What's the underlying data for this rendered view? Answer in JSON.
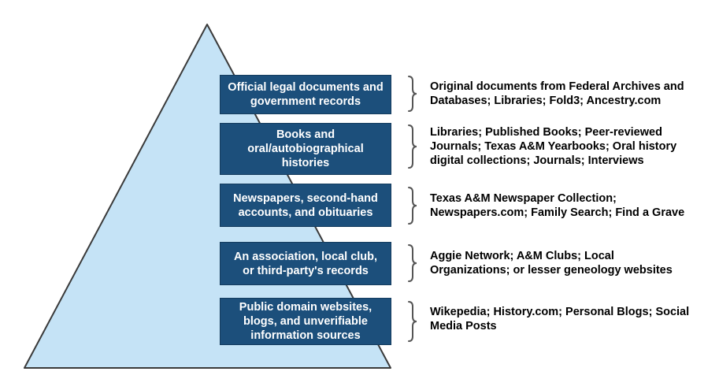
{
  "colors": {
    "pyramid_fill": "#c5e3f6",
    "pyramid_stroke": "#3a3a3a",
    "box_fill": "#1c4f7b",
    "box_text": "#ffffff",
    "source_text": "#000000",
    "brace": "#555555"
  },
  "tiers": [
    {
      "label": "Official legal documents and\ngovernment records",
      "sources": "Original documents from Federal Archives and\nDatabases; Libraries; Fold3; Ancestry.com"
    },
    {
      "label": "Books and\noral/autobiographical\nhistories",
      "sources": "Libraries; Published Books; Peer-reviewed\nJournals; Texas A&M Yearbooks; Oral history\ndigital collections; Journals; Interviews"
    },
    {
      "label": "Newspapers, second-hand\naccounts, and obituaries",
      "sources": "Texas A&M Newspaper Collection;\nNewspapers.com; Family Search; Find a Grave"
    },
    {
      "label": "An association, local club,\nor third-party's records",
      "sources": "Aggie Network; A&M Clubs; Local\nOrganizations; or lesser geneology websites"
    },
    {
      "label": "Public domain websites,\nblogs, and unverifiable\ninformation sources",
      "sources": "Wikepedia; History.com; Personal Blogs; Social\nMedia Posts"
    }
  ]
}
